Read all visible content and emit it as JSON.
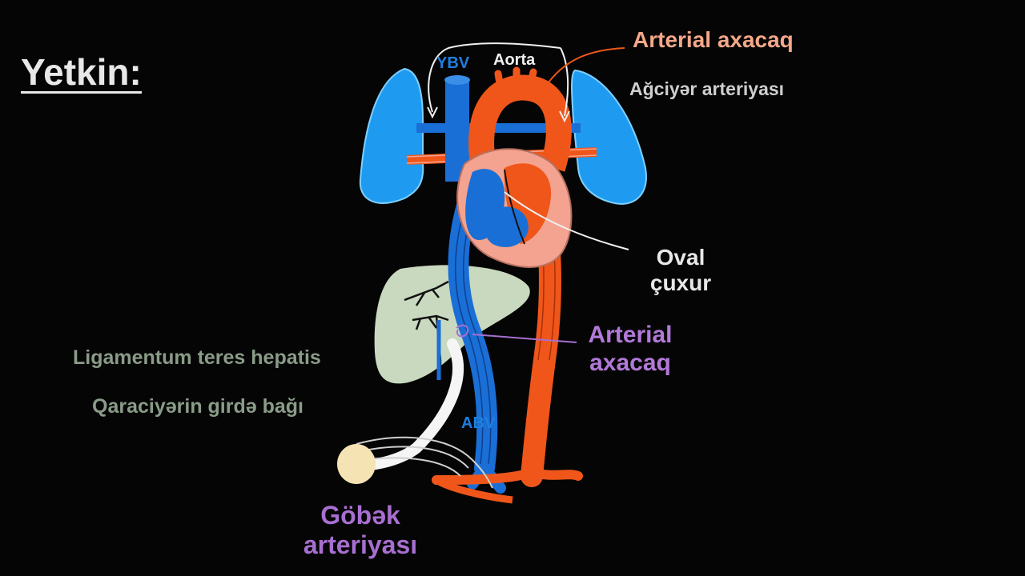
{
  "title": "Yetkin:",
  "labels": {
    "ybv": "YBV",
    "aorta": "Aorta",
    "arterial_top": "Arterial axacaq",
    "pulmonary_artery": "Ağciyər arteriyası",
    "oval_line1": "Oval",
    "oval_line2": "çuxur",
    "arterial_mid_line1": "Arterial",
    "arterial_mid_line2": "axacaq",
    "ligamentum": "Ligamentum teres hepatis",
    "round_ligament": "Qaraciyərin girdə bağı",
    "abv": "ABV",
    "umbilical_line1": "Göbək",
    "umbilical_line2": "arteriyası"
  },
  "colors": {
    "background": "#050505",
    "vein_blue": "#1a6fd6",
    "lung_blue": "#1e9bf0",
    "artery_orange": "#f0561a",
    "heart_pink": "#f3a38f",
    "liver_green": "#c9d9bf",
    "placenta": "#f6e3b4",
    "purple_label": "#a76fd0",
    "salmon_label": "#f4a889"
  }
}
